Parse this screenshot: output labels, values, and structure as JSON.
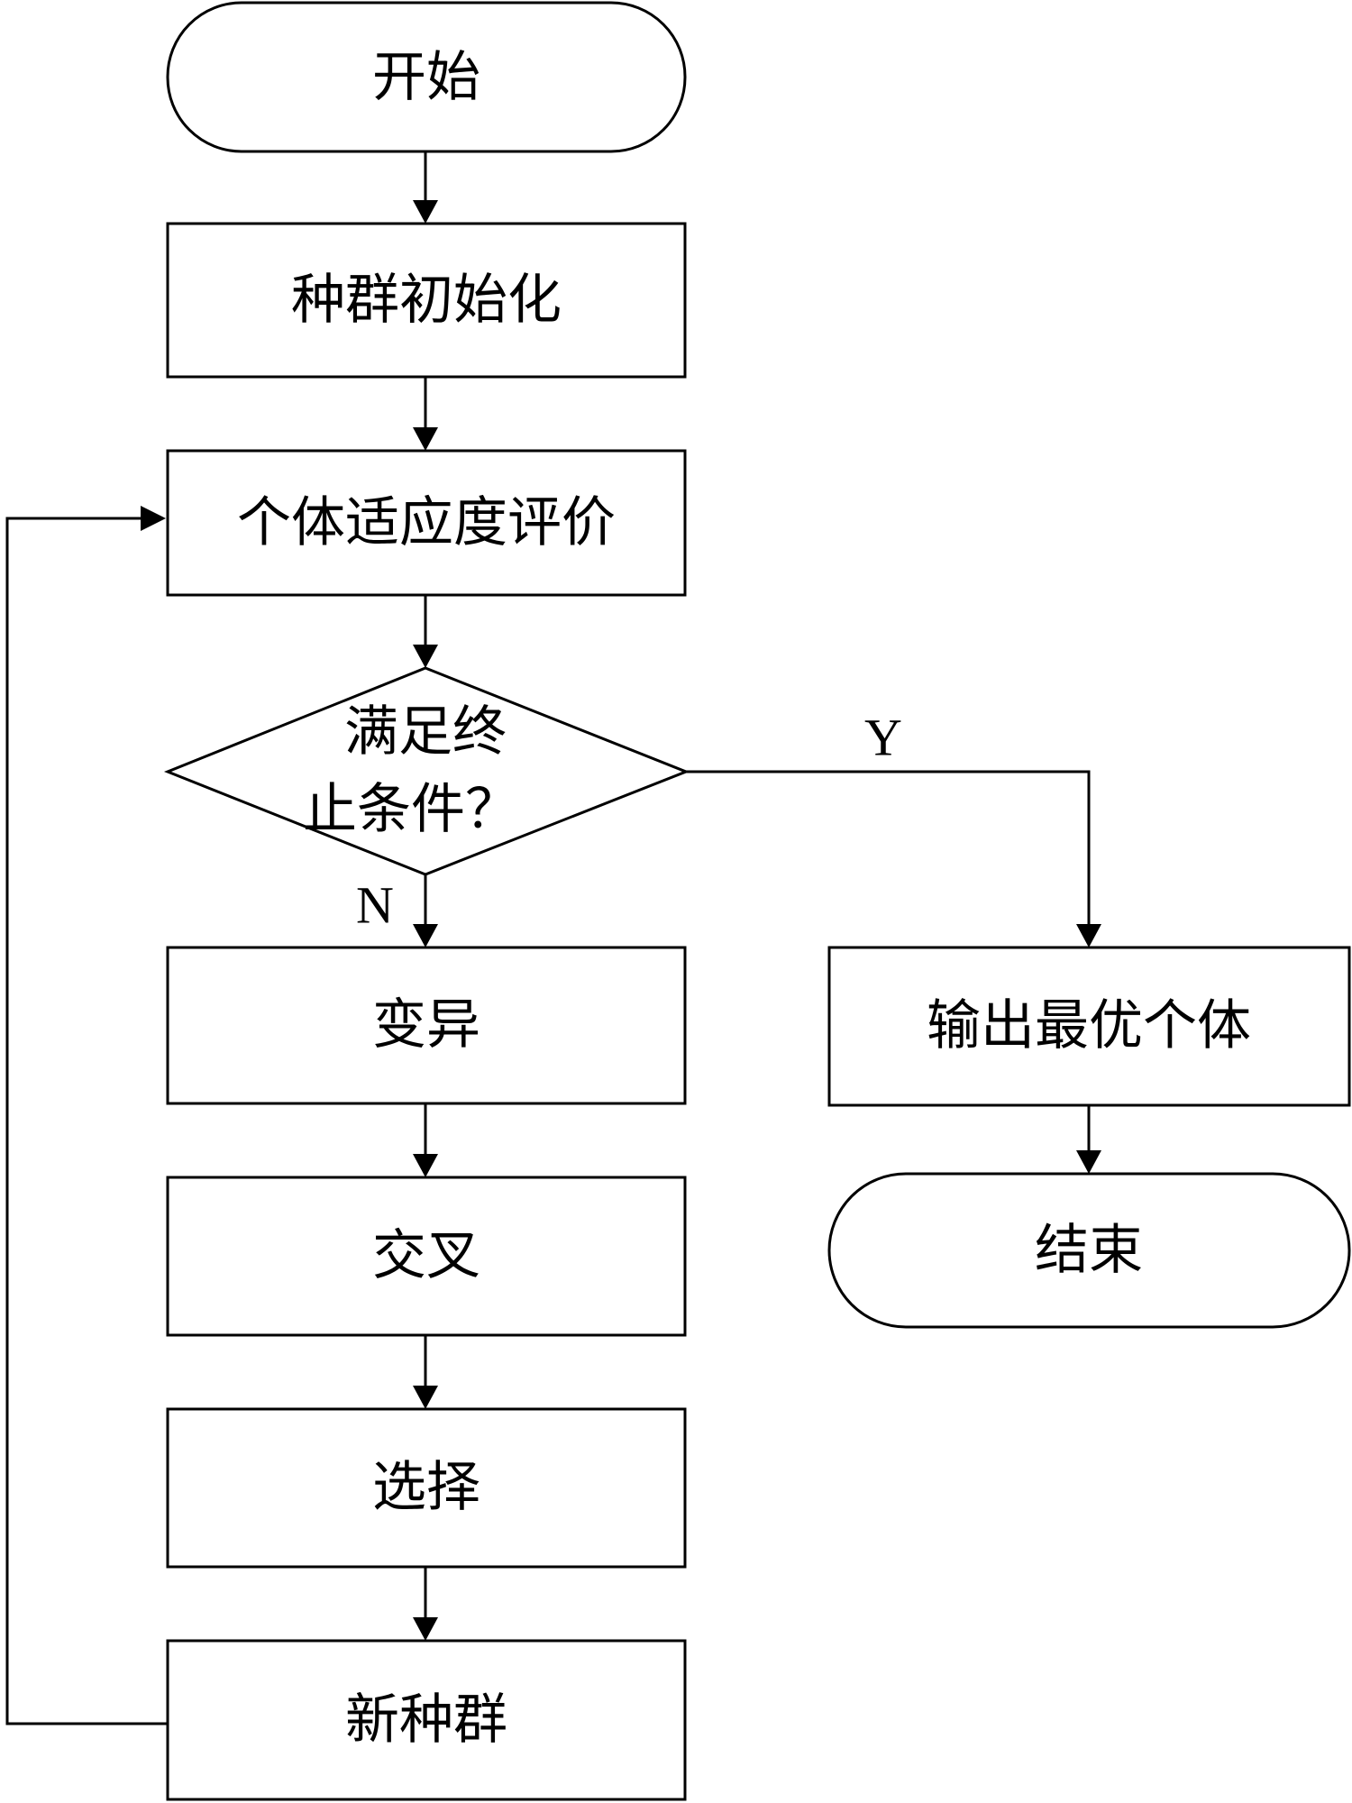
{
  "nodes": {
    "start": "开始",
    "init": "种群初始化",
    "fitness": "个体适应度评价",
    "condition_line1": "满足终",
    "condition_line2": "止条件？",
    "mutation": "变异",
    "crossover": "交叉",
    "selection": "选择",
    "new_population": "新种群",
    "output_best": "输出最优个体",
    "end": "结束"
  },
  "edges": {
    "yes_label": "Y",
    "no_label": "N"
  },
  "colors": {
    "stroke": "#000000",
    "fill": "#ffffff"
  }
}
